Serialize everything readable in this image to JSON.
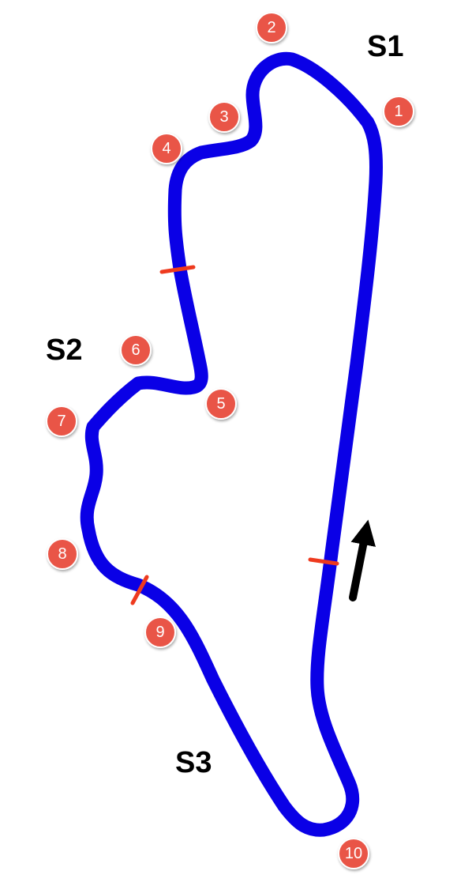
{
  "colors": {
    "track": "#0a00e6",
    "sector_marker": "#ee3a1e",
    "turn_badge": "#e95446",
    "text": "#000000",
    "arrow": "#000000"
  },
  "sectors": [
    {
      "label": "S1"
    },
    {
      "label": "S2"
    },
    {
      "label": "S3"
    }
  ],
  "turns": [
    {
      "number": "1"
    },
    {
      "number": "2"
    },
    {
      "number": "3"
    },
    {
      "number": "4"
    },
    {
      "number": "5"
    },
    {
      "number": "6"
    },
    {
      "number": "7"
    },
    {
      "number": "8"
    },
    {
      "number": "9"
    },
    {
      "number": "10"
    }
  ],
  "icons": {
    "direction": "direction-arrow-icon"
  }
}
